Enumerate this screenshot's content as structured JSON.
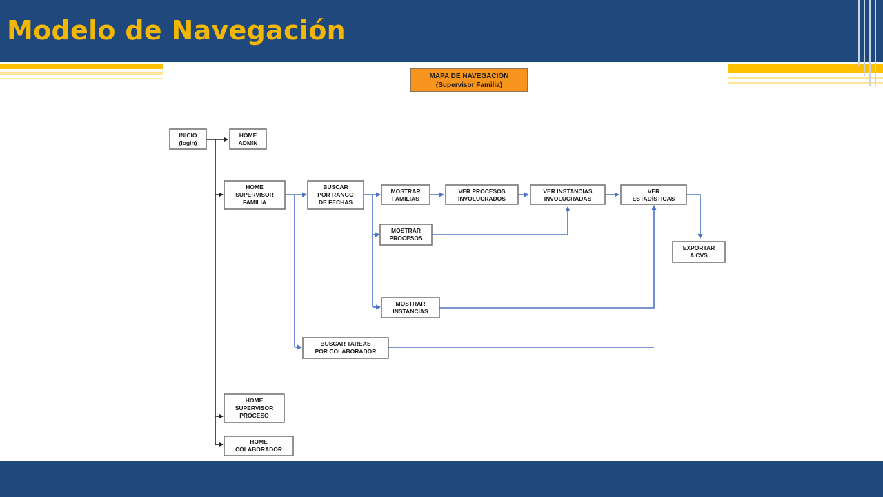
{
  "slide": {
    "title": "Modelo de Navegación"
  },
  "colors": {
    "header_bg": "#1f497d",
    "title_text": "#f2b705",
    "accent_stripe": "#ffc000",
    "title_box_fill": "#f7941d",
    "arrow_blue": "#4f72c6"
  },
  "diagram": {
    "title_box": {
      "line1": "MAPA DE NAVEGACIÓN",
      "line2": "(Supervisor Familia)"
    },
    "nodes": {
      "inicio": [
        "INICIO",
        "(login)"
      ],
      "home_admin": [
        "HOME",
        "ADMIN"
      ],
      "home_supervisor_familia": [
        "HOME",
        "SUPERVISOR",
        "FAMILIA"
      ],
      "buscar_rango_fechas": [
        "BUSCAR",
        "POR RANGO",
        "DE FECHAS"
      ],
      "mostrar_familias": [
        "MOSTRAR",
        "FAMILIAS"
      ],
      "ver_procesos_involucrados": [
        "VER PROCESOS",
        "INVOLUCRADOS"
      ],
      "ver_instancias_involucradas": [
        "VER INSTANCIAS",
        "INVOLUCRADAS"
      ],
      "ver_estadisticas": [
        "VER",
        "ESTADÍSTICAS"
      ],
      "exportar_cvs": [
        "EXPORTAR",
        "A CVS"
      ],
      "mostrar_procesos": [
        "MOSTRAR",
        "PROCESOS"
      ],
      "mostrar_instancias": [
        "MOSTRAR",
        "INSTANCIAS"
      ],
      "buscar_tareas_colaborador": [
        "BUSCAR TAREAS",
        "POR COLABORADOR"
      ],
      "home_supervisor_proceso": [
        "HOME",
        "SUPERVISOR",
        "PROCESO"
      ],
      "home_colaborador": [
        "HOME",
        "COLABORADOR"
      ]
    }
  }
}
